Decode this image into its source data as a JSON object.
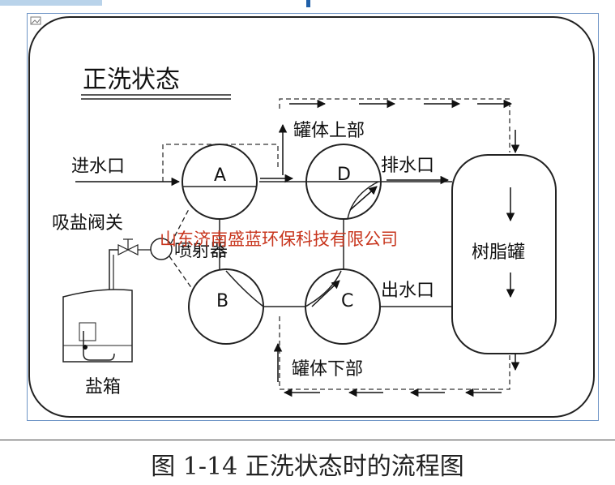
{
  "title": "正洗状态",
  "labels": {
    "inlet": "进水口",
    "salt_valve": "吸盐阀关",
    "salt_box": "盐箱",
    "ejector": "喷射器",
    "tank_top": "罐体上部",
    "drain": "排水口",
    "outlet": "出水口",
    "tank_bottom": "罐体下部",
    "resin_tank": "树脂罐"
  },
  "valves": [
    "A",
    "B",
    "C",
    "D"
  ],
  "watermark": "山东济南盛蓝环保科技有限公司",
  "caption": "图 1-14  正洗状态时的流程图",
  "colors": {
    "frame": "#6f95c6",
    "watermark": "#c8361e"
  },
  "icons": [
    "image-placeholder-icon"
  ]
}
